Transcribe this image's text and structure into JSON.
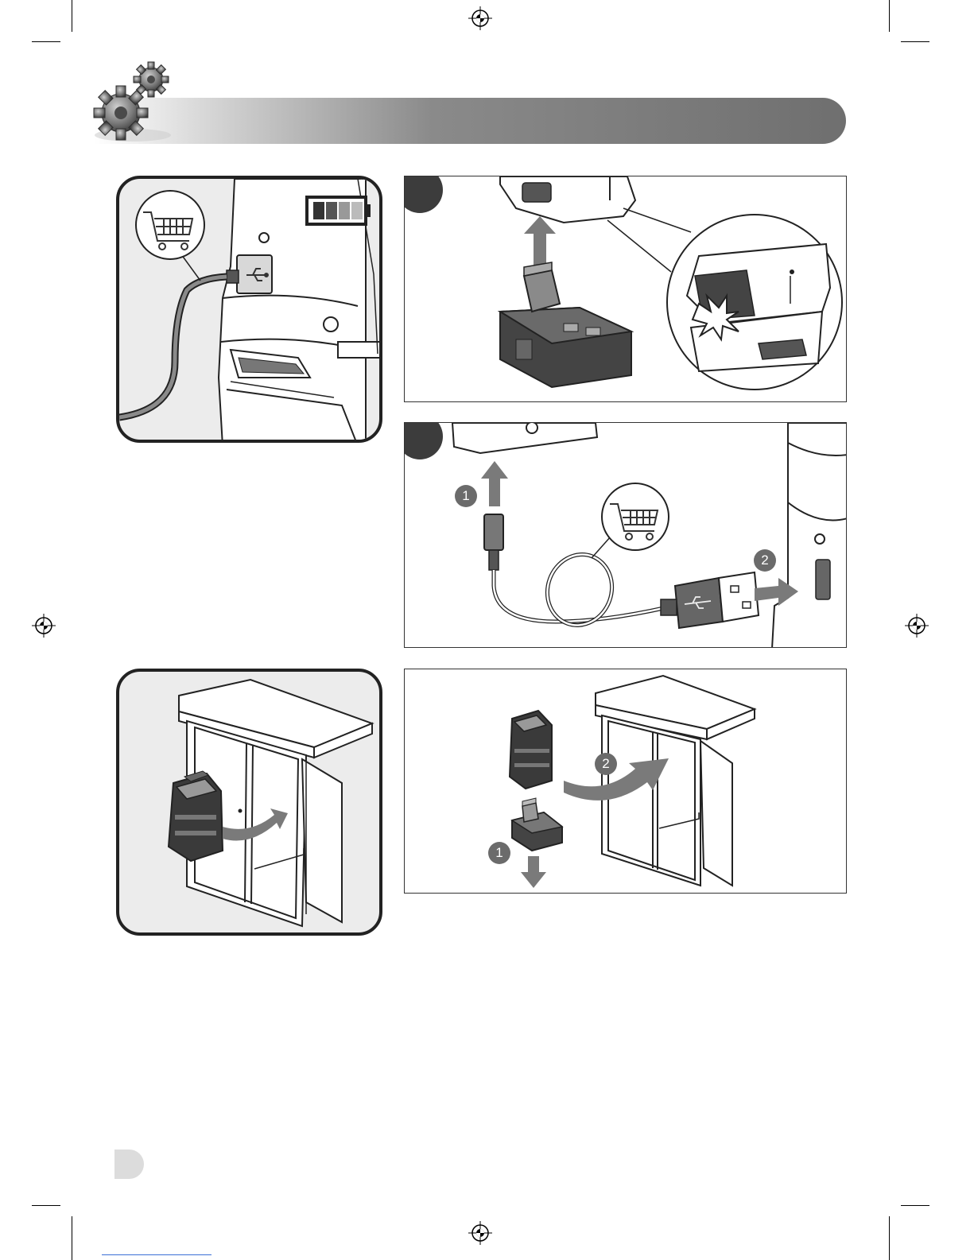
{
  "badges": {
    "panel3_step1": "1",
    "panel3_step2": "2",
    "panel5_step2": "2",
    "panel5_step1": "1"
  },
  "icons": {
    "registration": "crosshair-registration-icon",
    "gears": "gears-icon",
    "cart": "shopping-cart-icon",
    "battery": "battery-level-icon",
    "usb": "usb-icon"
  },
  "colors": {
    "banner_dark": "#6f6f6f",
    "panel_bg": "#ececec",
    "badge": "#6b6b6b",
    "step_dot": "#3c3c3c",
    "battery_level": "#555555"
  },
  "battery": {
    "level": 0.5
  }
}
